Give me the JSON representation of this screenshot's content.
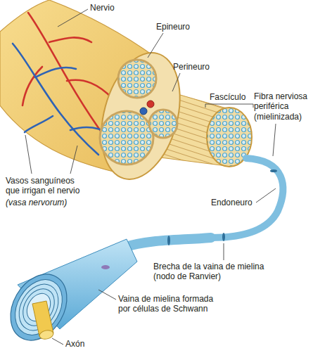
{
  "diagram": {
    "labels": [
      "Nervio",
      "Epineuro",
      "Perineuro",
      "Fascículo",
      "Fibra nerviosa periférica (mielinizada)",
      "Vasos sanguíneos que irrigan el nervio",
      "(vasa nervorum)",
      "Endoneuro",
      "Brecha de la vaina de mielina (nodo de Ranvier)",
      "Vaina de mielina formada por células de Schwann",
      "Axón"
    ]
  }
}
